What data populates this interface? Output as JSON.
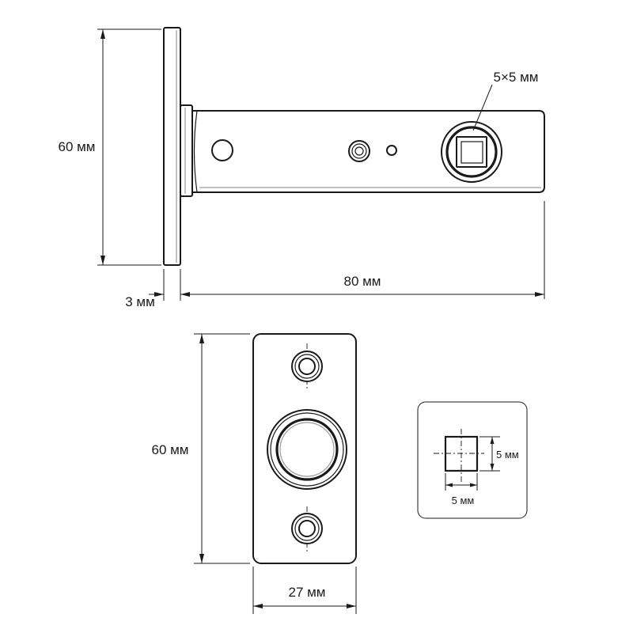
{
  "side_view": {
    "height_label": "60 мм",
    "spindle_label": "5×5 мм",
    "faceplate_label": "3 мм",
    "length_label": "80 мм"
  },
  "front_view": {
    "height_label": "60 мм",
    "width_label": "27 мм"
  },
  "spindle_detail": {
    "height_label": "5 мм",
    "width_label": "5 мм"
  }
}
